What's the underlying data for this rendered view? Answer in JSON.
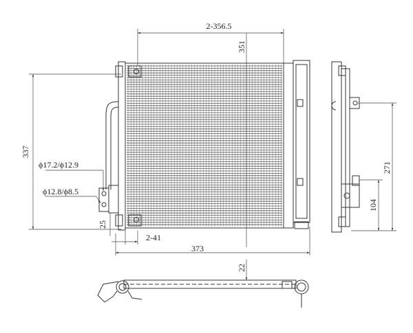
{
  "drawing": {
    "dimensions": {
      "overall_width_2x": "2-356.5",
      "core_height": "351",
      "total_height": "337",
      "pipe_dia_upper": "ϕ17.2/ϕ12.9",
      "pipe_dia_lower": "ϕ12.8/ϕ8.5",
      "bottom_offset": "25",
      "mount_spacing_2x": "2-41",
      "overall_width": "373",
      "side_height": "271",
      "side_bracket_height": "104",
      "core_thickness": "22"
    },
    "colors": {
      "line": "#333333",
      "fin": "#555555",
      "dim": "#444444",
      "background": "#ffffff"
    },
    "views": [
      "front-view",
      "side-view",
      "bottom-view"
    ]
  }
}
